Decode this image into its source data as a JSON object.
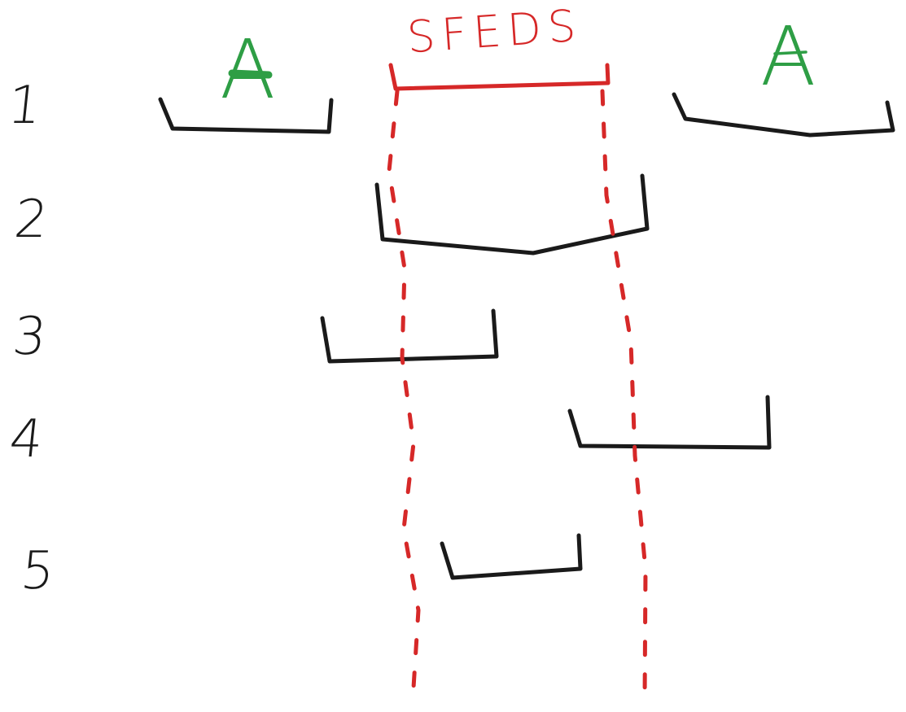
{
  "labels": {
    "row_numbers": [
      "1",
      "2",
      "3",
      "4",
      "5"
    ],
    "left_letter": "A",
    "right_letter": "A",
    "top_label": "SFEDS"
  },
  "colors": {
    "brackets": "#1a1a1a",
    "guides": "#d62828",
    "letters": "#2e9e45"
  }
}
